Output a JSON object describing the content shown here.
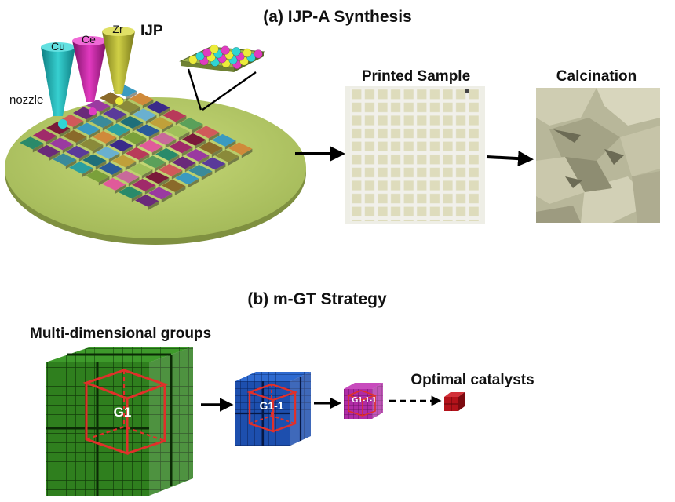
{
  "section_a": {
    "title": "(a) IJP-A Synthesis",
    "ijp_label": "IJP",
    "nozzle_label": "nozzle",
    "nozzles": [
      {
        "label": "Cu",
        "color": "#22b3b3"
      },
      {
        "label": "Ce",
        "color": "#c01a9a"
      },
      {
        "label": "Zr",
        "color": "#a8a82a"
      }
    ],
    "printed_sample_label": "Printed Sample",
    "calcination_label": "Calcination"
  },
  "section_b": {
    "title": "(b) m-GT Strategy",
    "groups_label": "Multi-dimensional groups",
    "cube_labels": [
      "G1",
      "G1-1",
      "G1-1-1"
    ],
    "optimal_label": "Optimal catalysts"
  },
  "colors": {
    "plate": "#b5c96a",
    "green_cube": "#2f7f1e",
    "blue_cube": "#1d4fae",
    "magenta_cube": "#b02ca6",
    "red_cube": "#b3121a",
    "highlight": "#e0302a"
  }
}
